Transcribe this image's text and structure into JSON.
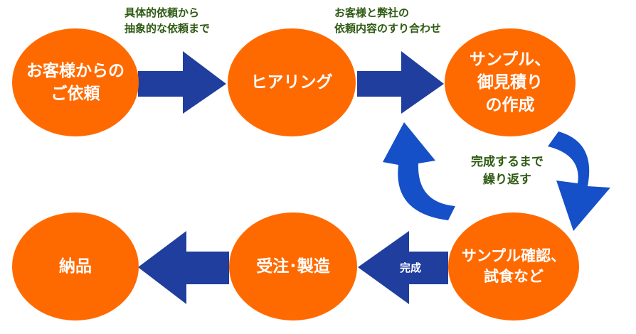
{
  "colors": {
    "node_fill": "#ff6a00",
    "arrow_fill": "#1f3e9e",
    "cycle_arrow_fill": "#1550c8",
    "node_text": "#ffffff",
    "label_text": "#2e5a12"
  },
  "nodes": {
    "request": "お客様からの\nご依頼",
    "hearing": "ヒアリング",
    "sample_quote": "サンプル、\n御見積り\nの作成",
    "sample_check": "サンプル確認、\n試食など",
    "production": "受注･製造",
    "delivery": "納品"
  },
  "labels": {
    "request_to_hearing": "具体的依頼から\n抽象的な依頼まで",
    "hearing_to_sample": "お客様と弊社の\n依頼内容のすり合わせ",
    "repeat": "完成するまで\n繰り返す",
    "complete": "完成"
  }
}
